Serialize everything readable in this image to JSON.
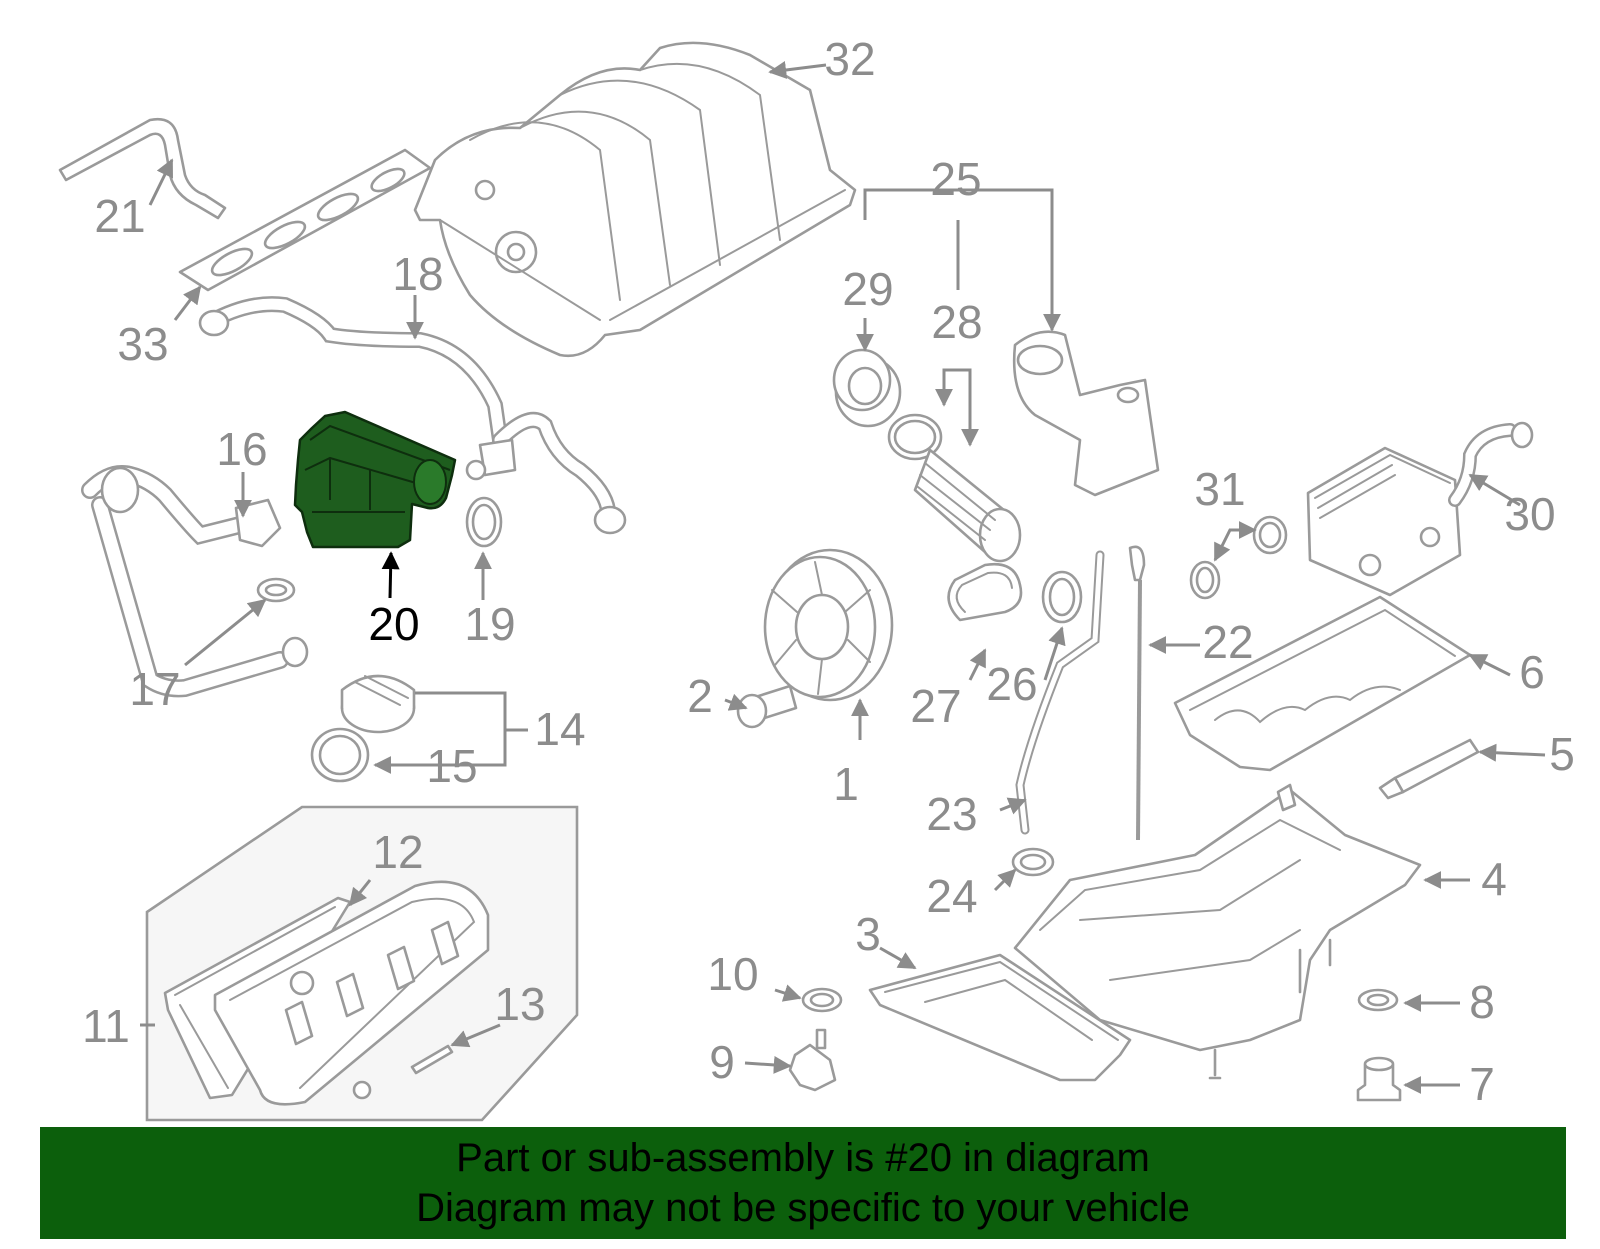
{
  "diagram": {
    "highlight_color": "#1e5d1e",
    "line_color": "#9a9a9a",
    "highlighted_part": "20",
    "callouts": [
      {
        "id": "c1",
        "label": "1"
      },
      {
        "id": "c2",
        "label": "2"
      },
      {
        "id": "c3",
        "label": "3"
      },
      {
        "id": "c4",
        "label": "4"
      },
      {
        "id": "c5",
        "label": "5"
      },
      {
        "id": "c6",
        "label": "6"
      },
      {
        "id": "c7",
        "label": "7"
      },
      {
        "id": "c8",
        "label": "8"
      },
      {
        "id": "c9",
        "label": "9"
      },
      {
        "id": "c10",
        "label": "10"
      },
      {
        "id": "c11",
        "label": "11"
      },
      {
        "id": "c12",
        "label": "12"
      },
      {
        "id": "c13",
        "label": "13"
      },
      {
        "id": "c14",
        "label": "14"
      },
      {
        "id": "c15",
        "label": "15"
      },
      {
        "id": "c16",
        "label": "16"
      },
      {
        "id": "c17",
        "label": "17"
      },
      {
        "id": "c18",
        "label": "18"
      },
      {
        "id": "c19",
        "label": "19"
      },
      {
        "id": "c20",
        "label": "20"
      },
      {
        "id": "c21",
        "label": "21"
      },
      {
        "id": "c22",
        "label": "22"
      },
      {
        "id": "c23",
        "label": "23"
      },
      {
        "id": "c24",
        "label": "24"
      },
      {
        "id": "c25",
        "label": "25"
      },
      {
        "id": "c26",
        "label": "26"
      },
      {
        "id": "c27",
        "label": "27"
      },
      {
        "id": "c28",
        "label": "28"
      },
      {
        "id": "c29",
        "label": "29"
      },
      {
        "id": "c30",
        "label": "30"
      },
      {
        "id": "c31",
        "label": "31"
      },
      {
        "id": "c32",
        "label": "32"
      },
      {
        "id": "c33",
        "label": "33"
      }
    ]
  },
  "banner": {
    "background": "#0c5f0c",
    "line1": "Part or sub-assembly is #20 in diagram",
    "line2": "Diagram may not be specific to your vehicle"
  }
}
